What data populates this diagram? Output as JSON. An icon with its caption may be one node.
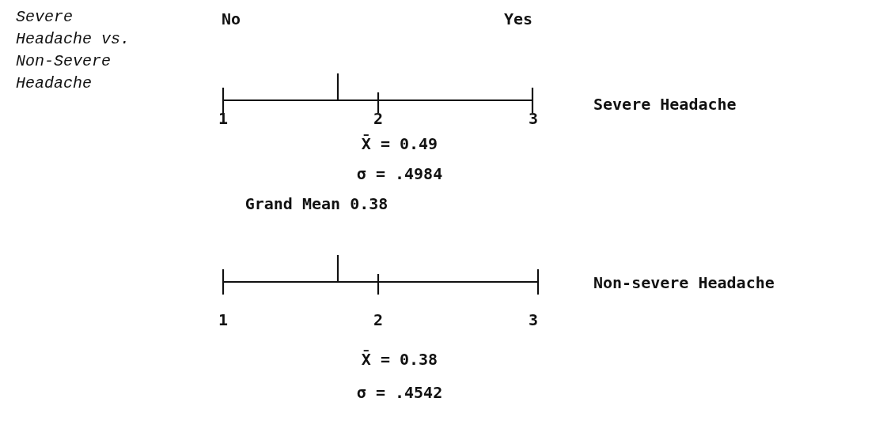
{
  "diagram": {
    "labels": [
      "Severe Headache vs. Non-Severe Headache",
      "No",
      "Yes",
      "Severe Headache",
      "1",
      "2",
      "3",
      "X̄ = 0.49",
      "σ = .4984",
      "Grand Mean 0.38",
      "Non-severe Headache",
      "1",
      "2",
      "3",
      "X̄ = 0.38",
      "σ = .4542"
    ]
  }
}
